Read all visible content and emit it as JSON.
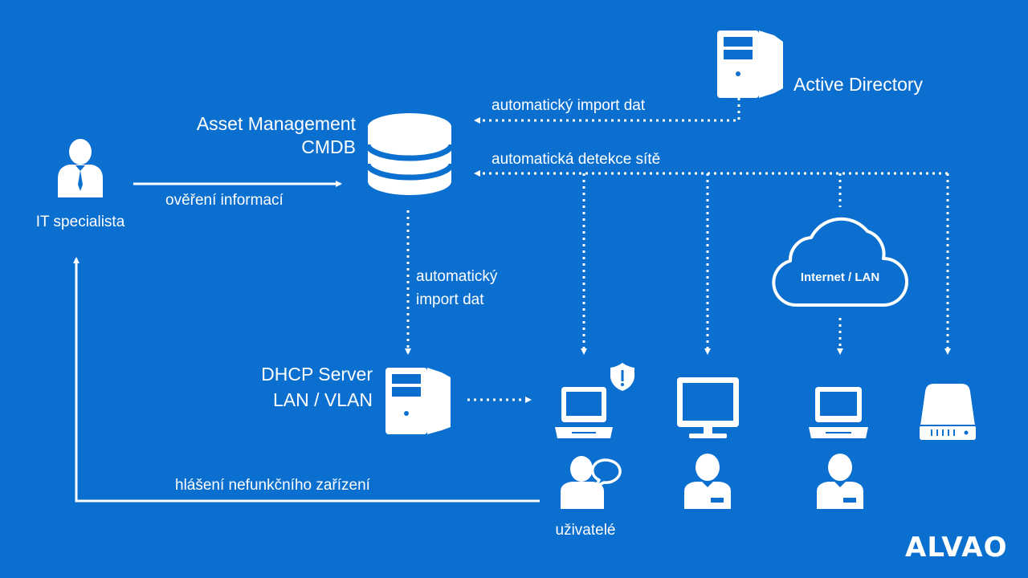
{
  "nodes": {
    "active_directory": "Active Directory",
    "asset_management_line1": "Asset Management",
    "asset_management_line2": "CMDB",
    "it_specialist": "IT specialista",
    "dhcp_line1": "DHCP Server",
    "dhcp_line2": "LAN / VLAN",
    "cloud": "Internet / LAN",
    "users": "uživatelé"
  },
  "edges": {
    "ad_import": "automatický import dat",
    "network_detection": "automatická detekce sítě",
    "verify_info": "ověření informací",
    "dhcp_import_line1": "automatický",
    "dhcp_import_line2": "import dat",
    "report_fault": "hlášení nefunkčního zařízení"
  },
  "brand": {
    "logo": "ALVAO"
  },
  "colors": {
    "background": "#0b6fd0",
    "foreground": "#ffffff"
  }
}
